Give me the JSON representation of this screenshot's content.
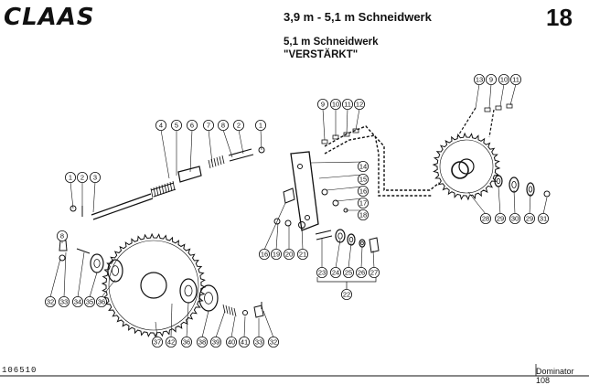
{
  "header": {
    "brand": "CLAAS",
    "title": "3,9 m - 5,1 m Schneidwerk",
    "subtitle_line1": "5,1 m Schneidwerk",
    "subtitle_line2": "\"VERSTÄRKT\"",
    "page_number": "18"
  },
  "footer": {
    "document_code": "106510",
    "model": "Dominator 108"
  },
  "callouts": [
    "1",
    "2",
    "3",
    "4",
    "5",
    "6",
    "7",
    "8",
    "2",
    "1",
    "9",
    "10",
    "11",
    "12",
    "13",
    "9",
    "10",
    "11",
    "14",
    "15",
    "16",
    "17",
    "18",
    "16",
    "19",
    "20",
    "21",
    "23",
    "24",
    "25",
    "26",
    "27",
    "22",
    "28",
    "29",
    "30",
    "29",
    "31",
    "8",
    "32",
    "33",
    "34",
    "35",
    "36",
    "37",
    "42",
    "36",
    "38",
    "39",
    "40",
    "41",
    "33",
    "32"
  ]
}
